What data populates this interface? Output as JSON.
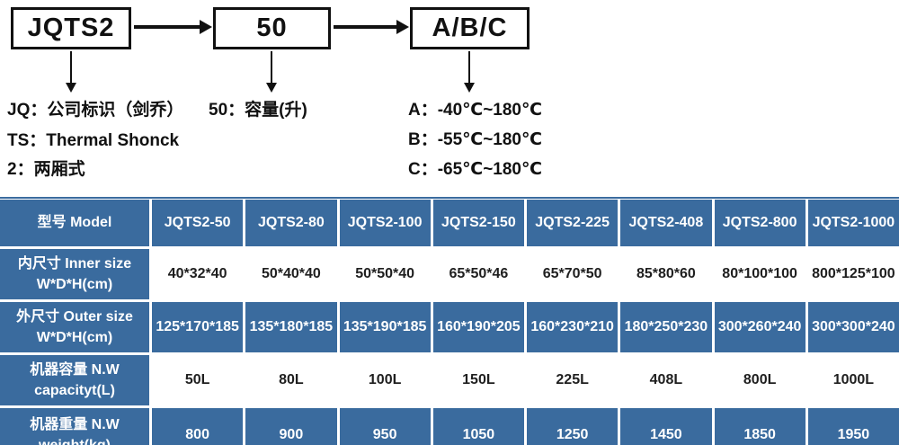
{
  "diagram": {
    "boxes": [
      {
        "label": "JQTS2"
      },
      {
        "label": "50"
      },
      {
        "label": "A/B/C"
      }
    ],
    "notes_left": [
      "JQ：公司标识（剑乔）",
      "TS：Thermal Shonck",
      "2：两厢式"
    ],
    "note_capacity": "50：容量(升)",
    "notes_temp": [
      "A：-40℃~180℃",
      "B：-55℃~180℃",
      "C：-65℃~180℃"
    ]
  },
  "table": {
    "header_label": "型号 Model",
    "models": [
      "JQTS2-50",
      "JQTS2-80",
      "JQTS2-100",
      "JQTS2-150",
      "JQTS2-225",
      "JQTS2-408",
      "JQTS2-800",
      "JQTS2-1000"
    ],
    "rows": [
      {
        "zh": "内尺寸 Inner size",
        "en": "W*D*H(cm)",
        "values": [
          "40*32*40",
          "50*40*40",
          "50*50*40",
          "65*50*46",
          "65*70*50",
          "85*80*60",
          "80*100*100",
          "800*125*100"
        ]
      },
      {
        "zh": "外尺寸 Outer size",
        "en": "W*D*H(cm)",
        "values": [
          "125*170*185",
          "135*180*185",
          "135*190*185",
          "160*190*205",
          "160*230*210",
          "180*250*230",
          "300*260*240",
          "300*300*240"
        ]
      },
      {
        "zh": "机器容量 N.W",
        "en": "capacityt(L)",
        "values": [
          "50L",
          "80L",
          "100L",
          "150L",
          "225L",
          "408L",
          "800L",
          "1000L"
        ]
      },
      {
        "zh": "机器重量 N.W",
        "en": "weight(kg)",
        "values": [
          "800",
          "900",
          "950",
          "1050",
          "1250",
          "1450",
          "1850",
          "1950"
        ]
      }
    ]
  },
  "colors": {
    "table_blue": "#3a6b9e",
    "grid_line": "#ffffff",
    "diagram_ink": "#111111",
    "cell_text_dark": "#1f1f1f"
  }
}
